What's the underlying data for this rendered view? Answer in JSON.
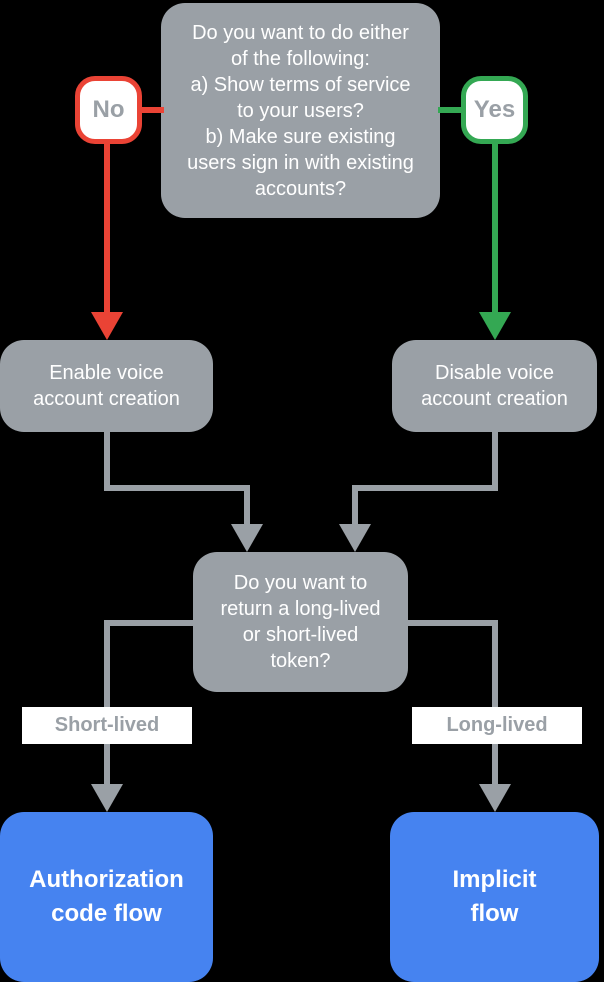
{
  "colors": {
    "node_gray": "#9AA0A6",
    "branch_no_red": "#EA4335",
    "branch_yes_green": "#34A853",
    "result_blue": "#4683F0",
    "text_white": "#FFFFFF",
    "background": "#000000"
  },
  "flowchart": {
    "root_question": {
      "text": "Do you want to do either\nof the following:\na) Show terms of service\nto your users?\nb) Make sure existing\nusers sign in with existing\naccounts?"
    },
    "no_branch": {
      "label": "No"
    },
    "yes_branch": {
      "label": "Yes"
    },
    "enable_node": {
      "text": "Enable voice\naccount creation"
    },
    "disable_node": {
      "text": "Disable voice\naccount creation"
    },
    "token_question": {
      "text": "Do you want to\nreturn a long-lived\nor short-lived\ntoken?"
    },
    "short_lived_branch": {
      "label": "Short-lived"
    },
    "long_lived_branch": {
      "label": "Long-lived"
    },
    "auth_code_node": {
      "text": "Authorization\ncode flow"
    },
    "implicit_node": {
      "text": "Implicit\nflow"
    }
  }
}
